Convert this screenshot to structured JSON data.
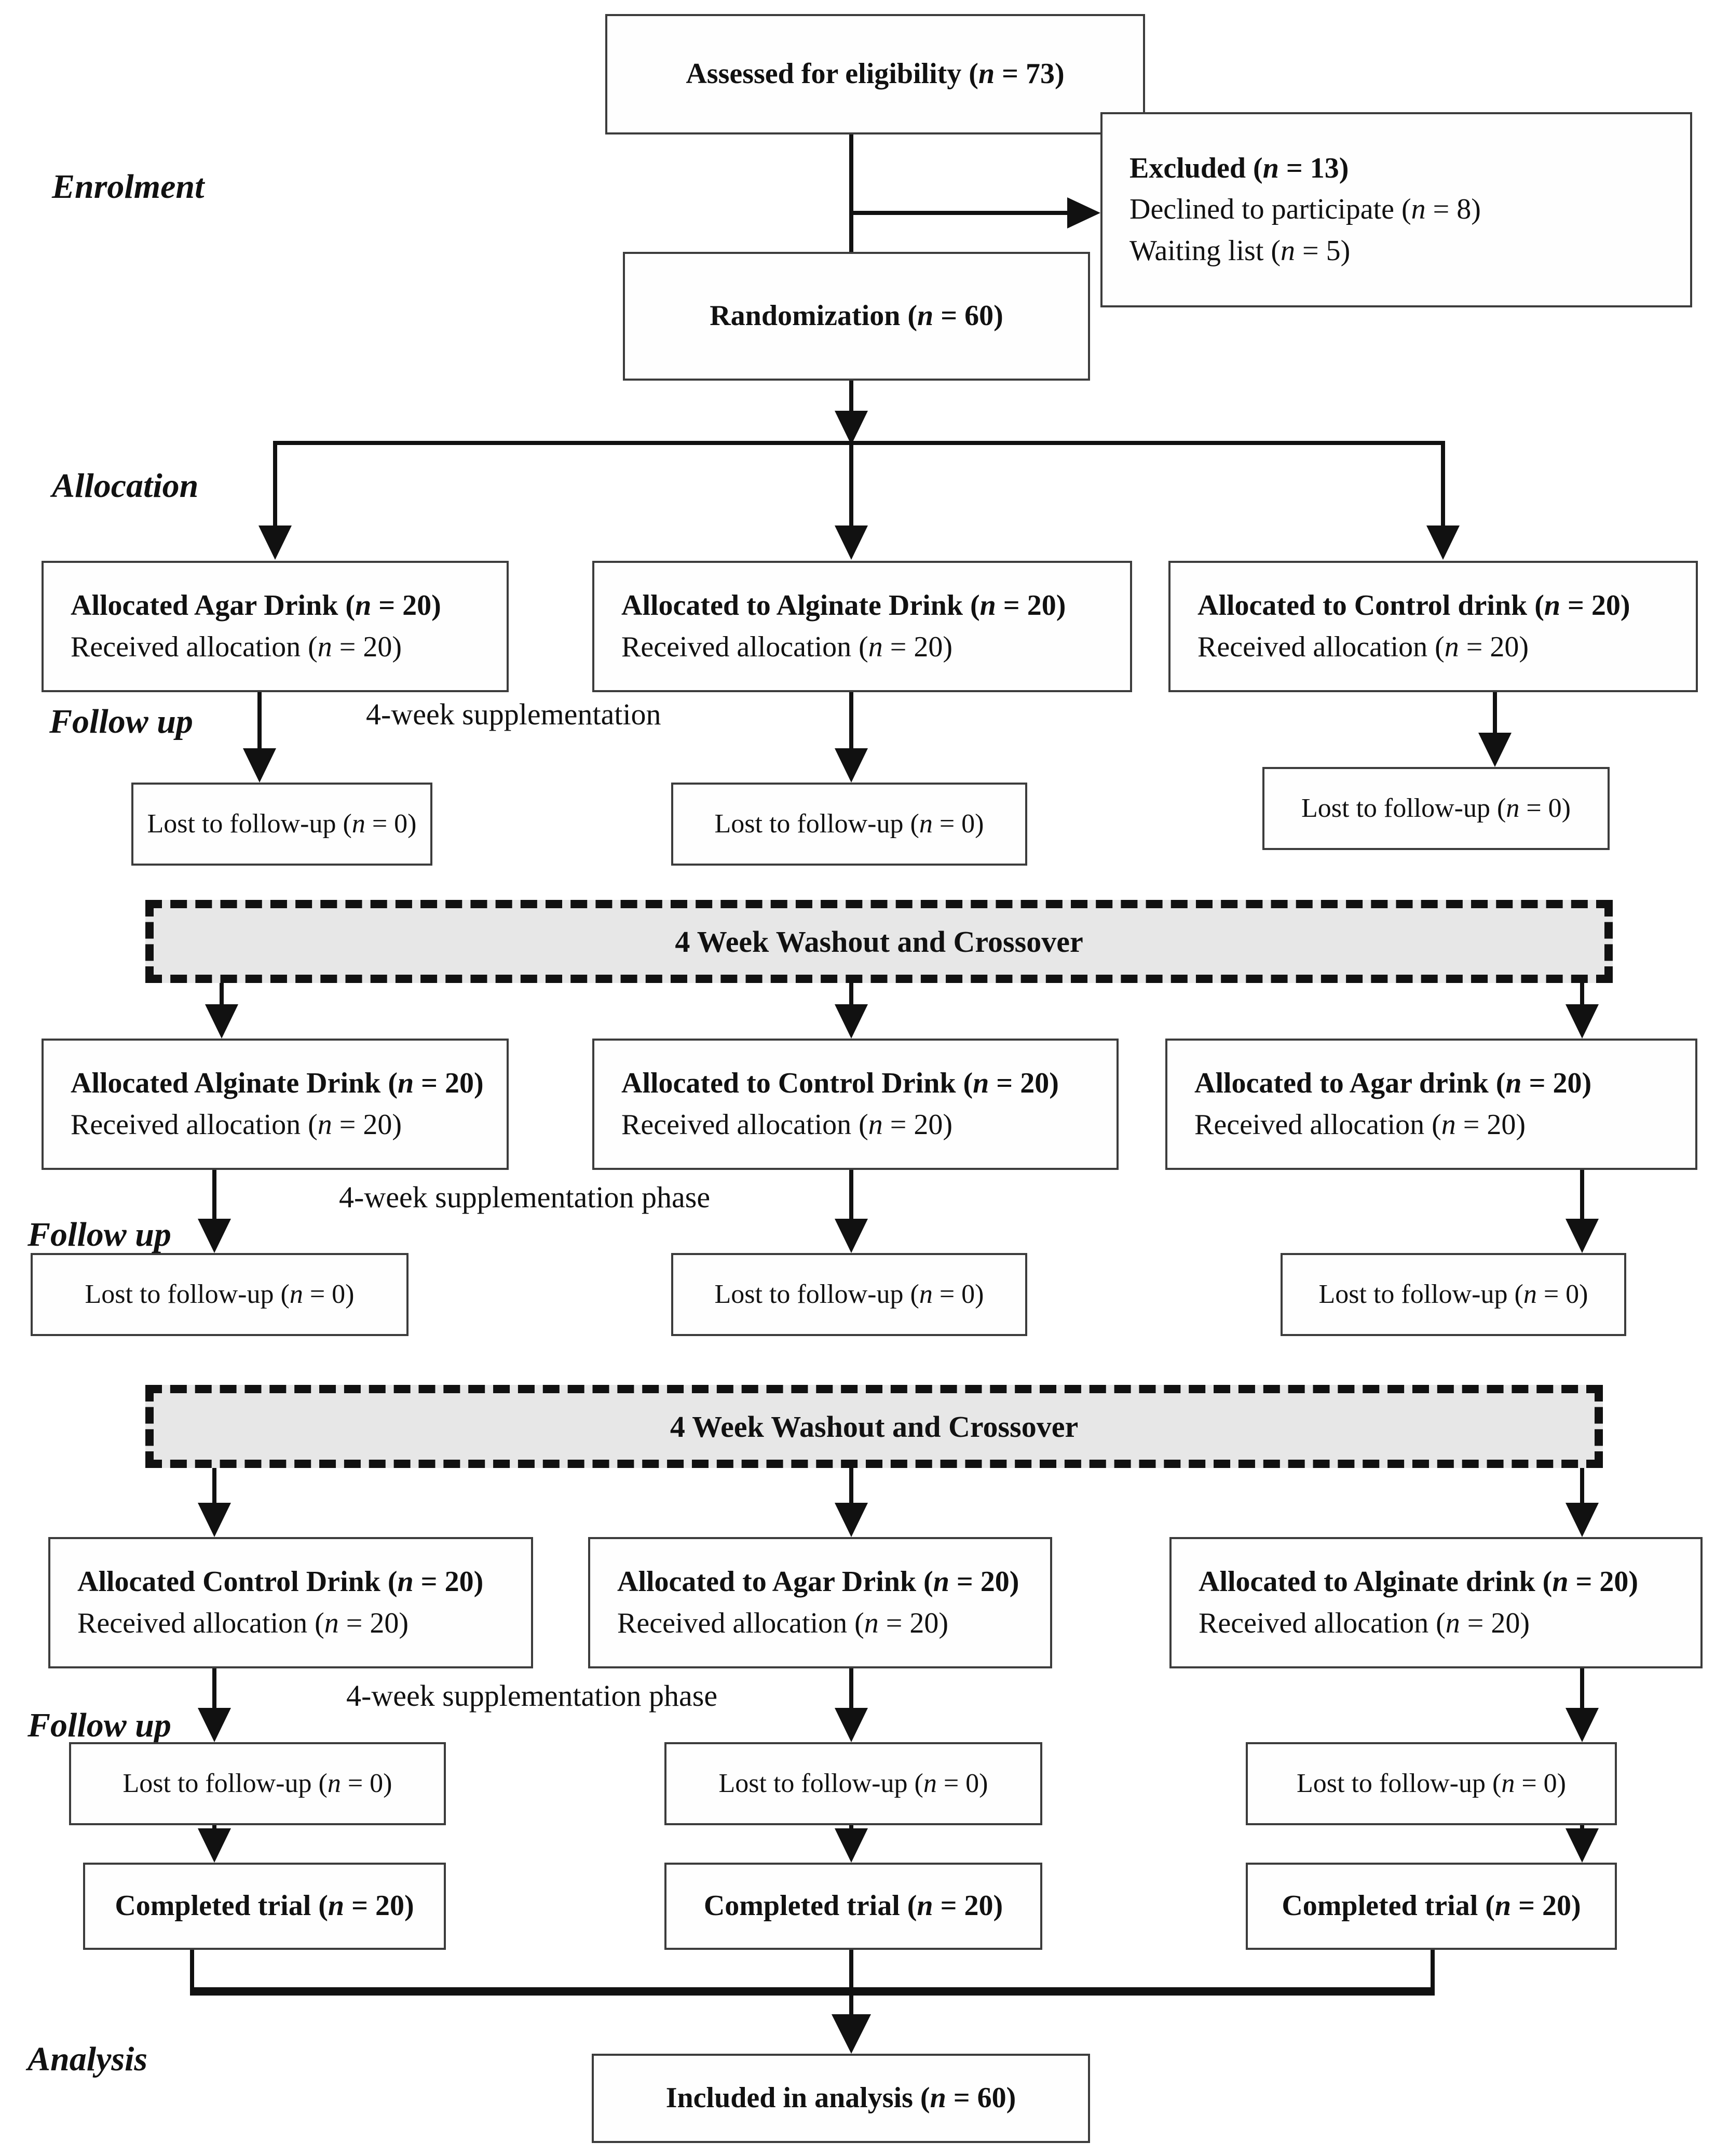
{
  "sections": {
    "enrolment": "Enrolment",
    "allocation": "Allocation",
    "followup1": "Follow up",
    "followup2": "Follow up",
    "followup3": "Follow up",
    "analysis": "Analysis"
  },
  "annotations": {
    "suppl1": "4-week supplementation",
    "suppl2": "4-week supplementation phase",
    "suppl3": "4-week supplementation phase"
  },
  "washout": {
    "w1": "4 Week Washout and Crossover",
    "w2": "4 Week Washout and Crossover"
  },
  "enrol": {
    "assessed": "Assessed for eligibility (n = 73)",
    "excluded": {
      "title": "Excluded (n = 13)",
      "reasons": [
        "Declined to participate (n = 8)",
        "Waiting list (n = 5)"
      ]
    },
    "randomization": "Randomization (n = 60)"
  },
  "rows": {
    "alloc1": [
      {
        "title": "Allocated Agar Drink (n = 20)",
        "subtitle": "Received allocation (n = 20)"
      },
      {
        "title": "Allocated to Alginate Drink (n = 20)",
        "subtitle": "Received allocation (n = 20)"
      },
      {
        "title": "Allocated to Control drink (n = 20)",
        "subtitle": "Received allocation (n = 20)"
      }
    ],
    "lost1": [
      "Lost to follow-up (n = 0)",
      "Lost to follow-up (n = 0)",
      "Lost to follow-up (n = 0)"
    ],
    "alloc2": [
      {
        "title": "Allocated Alginate Drink (n = 20)",
        "subtitle": "Received allocation (n = 20)"
      },
      {
        "title": "Allocated to Control Drink (n = 20)",
        "subtitle": "Received allocation (n = 20)"
      },
      {
        "title": "Allocated to Agar drink (n = 20)",
        "subtitle": "Received allocation (n = 20)"
      }
    ],
    "lost2": [
      "Lost to follow-up (n = 0)",
      "Lost to follow-up (n = 0)",
      "Lost to follow-up (n = 0)"
    ],
    "alloc3": [
      {
        "title": "Allocated Control Drink (n = 20)",
        "subtitle": "Received allocation (n = 20)"
      },
      {
        "title": "Allocated to Agar Drink (n = 20)",
        "subtitle": "Received allocation (n = 20)"
      },
      {
        "title": "Allocated to Alginate drink (n = 20)",
        "subtitle": "Received allocation (n = 20)"
      }
    ],
    "lost3": [
      "Lost to follow-up (n = 0)",
      "Lost to follow-up (n = 0)",
      "Lost to follow-up (n = 0)"
    ],
    "completed": [
      "Completed trial (n = 20)",
      "Completed trial (n = 20)",
      "Completed trial (n = 20)"
    ],
    "included": "Included in analysis (n = 60)"
  }
}
